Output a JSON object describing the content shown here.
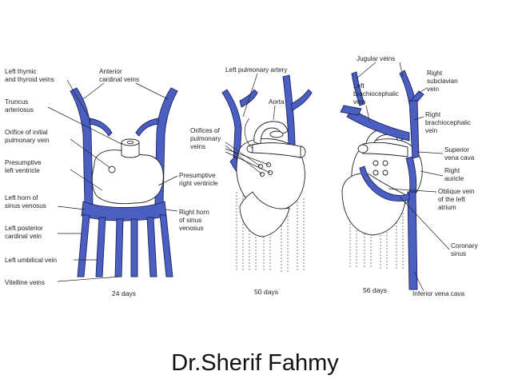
{
  "diagram": {
    "stages": [
      {
        "day_label": "24 days",
        "labels": {
          "left_thymic": [
            "Left thymic",
            "and thyroid veins"
          ],
          "anterior_cardinal": [
            "Anterior",
            "cardinal veins"
          ],
          "truncus": [
            "Truncus",
            "arteriosus"
          ],
          "orifice_pulmonary": [
            "Orifice of initial",
            "pulmonary vein"
          ],
          "presumptive_lv": [
            "Presumptive",
            "left ventricle"
          ],
          "left_horn": [
            "Left horn of",
            "sinus venosus"
          ],
          "left_post_cardinal": [
            "Left posterior",
            "cardinal vein"
          ],
          "left_umbilical": [
            "Left umbilical vein"
          ],
          "vitelline": [
            "Vitelline veins"
          ],
          "presumptive_rv": [
            "Presumptive",
            "right ventricle"
          ],
          "right_horn": [
            "Right horn",
            "of sinus",
            "venosus"
          ]
        }
      },
      {
        "day_label": "50 days",
        "labels": {
          "left_pulm_artery": [
            "Left pulmonary artery"
          ],
          "aorta": [
            "Aorta"
          ],
          "orifices_pulmonary": [
            "Orifices of",
            "pulmonary",
            "veins"
          ]
        }
      },
      {
        "day_label": "56 days",
        "labels": {
          "jugular": [
            "Jugular veins"
          ],
          "left_brachio": [
            "Left",
            "brachiocephalic",
            "vein"
          ],
          "right_subclavian": [
            "Right",
            "subclavian",
            "vein"
          ],
          "right_brachio": [
            "Right",
            "brachiocephalic",
            "vein"
          ],
          "svc": [
            "Superior",
            "vena cava"
          ],
          "right_auricle": [
            "Right",
            "auricle"
          ],
          "oblique": [
            "Oblique vein",
            "of the left",
            "atrium"
          ],
          "coronary": [
            "Coronary",
            "sinus"
          ],
          "ivc": [
            "Inferior vena cava"
          ]
        }
      }
    ]
  },
  "caption": {
    "author": "Dr.Sherif Fahmy"
  }
}
